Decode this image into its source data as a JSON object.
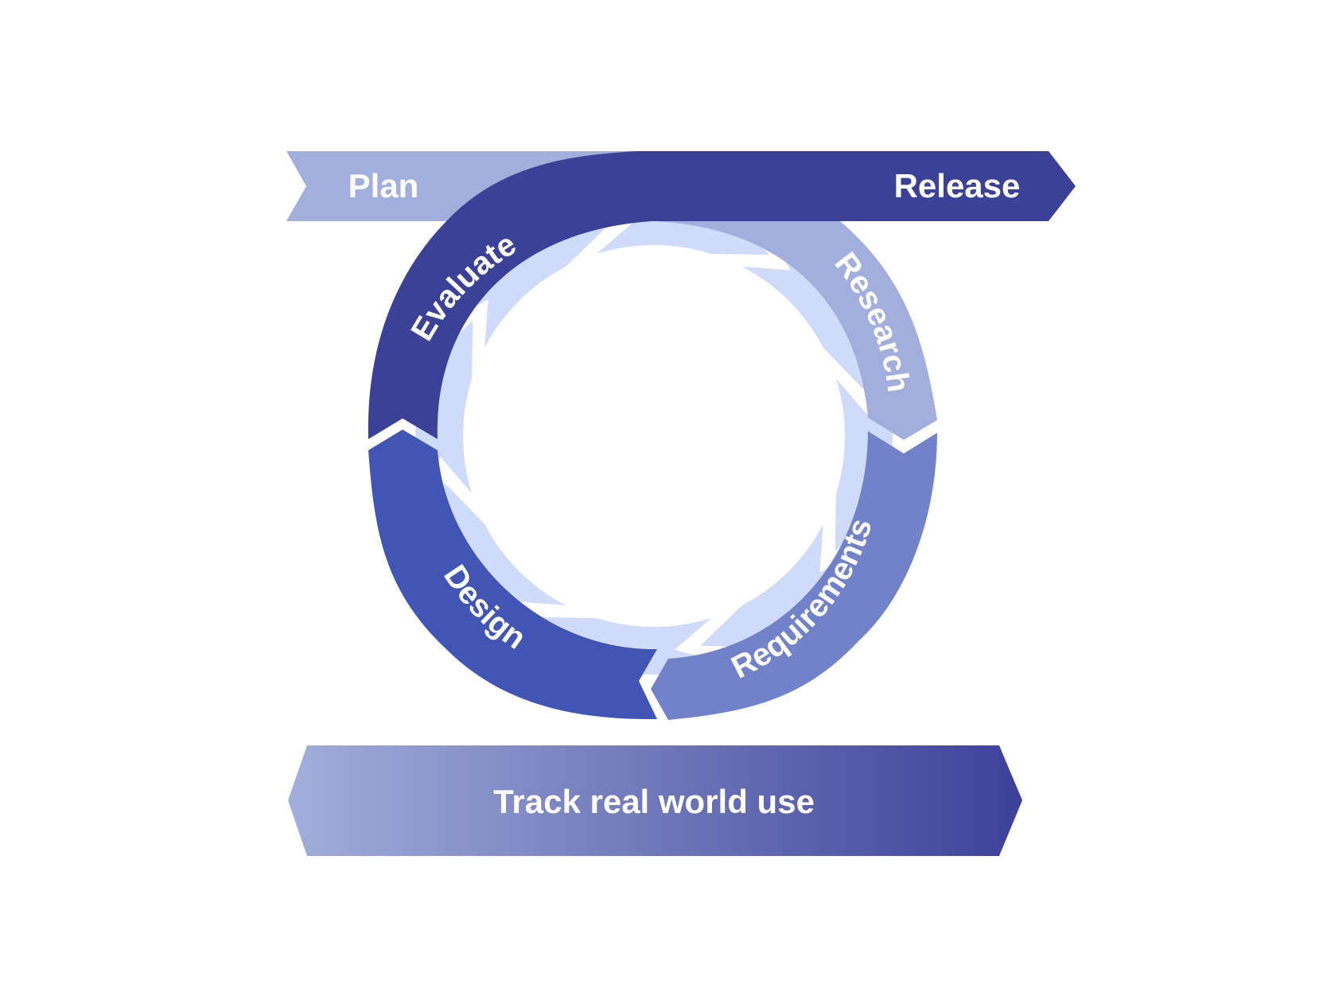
{
  "colors": {
    "background": "#ffffff",
    "light": "#a2aedb",
    "dark": "#3c4198",
    "design": "#4055b4",
    "requirements": "#7182c8",
    "inner": "#d0dbf9",
    "bottom_start": "#a2aedb",
    "bottom_end": "#3c4198",
    "text": "#ffffff"
  },
  "labels": {
    "plan": "Plan",
    "release": "Release",
    "evaluate": "Evaluate",
    "research": "Research",
    "requirements": "Requirements",
    "design": "Design",
    "track": "Track real world use"
  },
  "inner_ring": {
    "arrow_count": 8,
    "direction": "clockwise"
  }
}
